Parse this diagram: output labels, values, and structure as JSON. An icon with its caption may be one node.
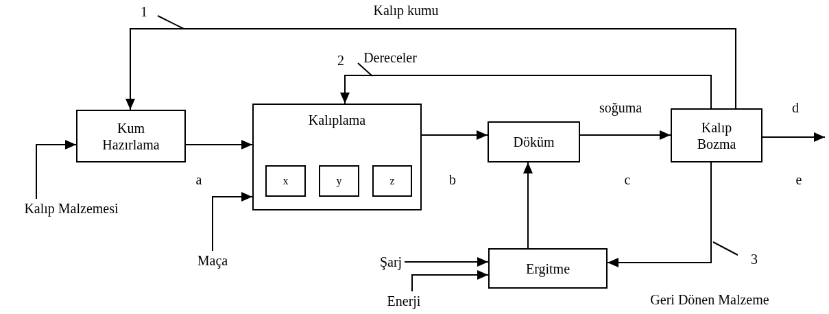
{
  "diagram": {
    "nodes": [
      {
        "text": [
          "Kalıp Malzemesi"
        ]
      },
      {
        "text": [
          "Kum Hazırlama"
        ]
      },
      {
        "text": [
          "Kalıplama"
        ]
      },
      {
        "text": [
          "x"
        ],
        "in": 2
      },
      {
        "text": [
          "y"
        ],
        "in": 2
      },
      {
        "text": [
          "z"
        ],
        "in": 2
      },
      {
        "text": [
          "Maça"
        ]
      },
      {
        "text": [
          "Döküm"
        ]
      },
      {
        "text": [
          "Kalıp Bozma"
        ]
      },
      {
        "text": [
          "Şarj"
        ]
      },
      {
        "text": [
          "Enerji"
        ]
      },
      {
        "text": [
          "Ergitme"
        ]
      }
    ],
    "edges": [
      {
        "from": 0,
        "to": 1,
        "arrow": "to"
      },
      {
        "from": 1,
        "to": 2,
        "arrow": "to",
        "label": "a"
      },
      {
        "from": 6,
        "to": 2,
        "arrow": "to"
      },
      {
        "from": 2,
        "to": 7,
        "arrow": "to",
        "label": "b"
      },
      {
        "from": 7,
        "to": 8,
        "arrow": "to",
        "label": "c"
      },
      {
        "from": 8,
        "to": null,
        "arrow": "to"
      },
      {
        "from": 8,
        "to": 1,
        "arrow": "to",
        "label": "Kalıp kumu"
      },
      {
        "from": 8,
        "to": 2,
        "arrow": "to",
        "label": "Dereceler"
      },
      {
        "from": 11,
        "to": 7,
        "arrow": "to"
      },
      {
        "from": 9,
        "to": 11,
        "arrow": "to"
      },
      {
        "from": 10,
        "to": 11,
        "arrow": "to"
      },
      {
        "from": 8,
        "to": 11,
        "arrow": "to",
        "label": "Geri Dönen Malzeme"
      }
    ],
    "labels": [
      "1",
      "2",
      "soğuma",
      "d",
      "e",
      "3"
    ]
  }
}
